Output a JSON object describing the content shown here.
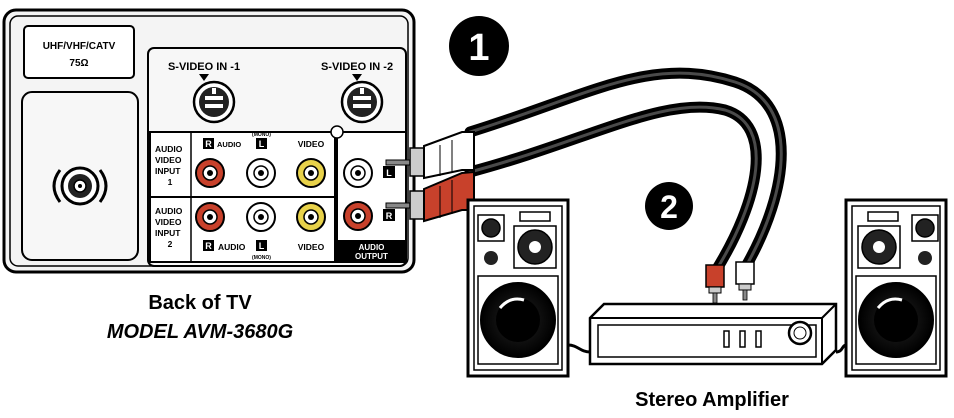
{
  "tv_panel": {
    "antenna_label_line1": "UHF/VHF/CATV",
    "antenna_label_line2": "75Ω",
    "svideo_in_1": "S-VIDEO IN -1",
    "svideo_in_2": "S-VIDEO IN -2",
    "input1_label_lines": [
      "AUDIO",
      "VIDEO",
      "INPUT",
      "1"
    ],
    "input2_label_lines": [
      "AUDIO",
      "VIDEO",
      "INPUT",
      "2"
    ],
    "right_badge": "R",
    "left_badge": "L",
    "audio_word": "AUDIO",
    "mono_word": "(MONO)",
    "video_word": "VIDEO",
    "audio_output_line1": "AUDIO",
    "audio_output_line2": "OUTPUT"
  },
  "captions": {
    "tv_back": "Back of TV",
    "tv_model": "MODEL AVM-3680G",
    "amplifier": "Stereo Amplifier"
  },
  "steps": [
    "1",
    "2"
  ],
  "colors": {
    "red_jack": "#c8412b",
    "white_jack": "#ffffff",
    "yellow_jack": "#e8d24a",
    "cable": "#111111",
    "outline": "#000000"
  },
  "icons": [
    "coax-connector-icon",
    "svideo-jack-icon",
    "rca-plug-icon",
    "speaker-icon",
    "amplifier-icon"
  ]
}
